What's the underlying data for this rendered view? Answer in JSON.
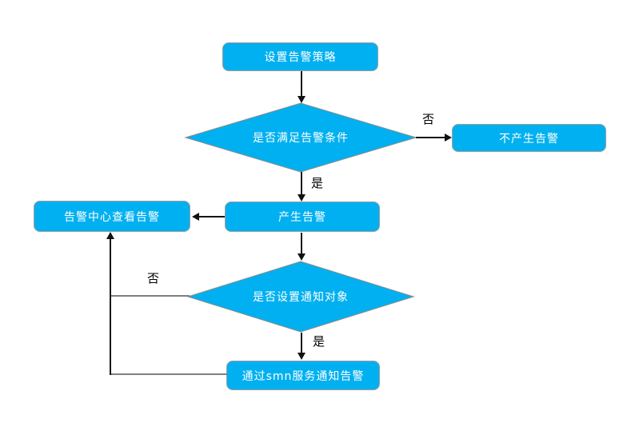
{
  "diagram": {
    "type": "flowchart",
    "topic": "alarm-notification-flow",
    "colors": {
      "shape_fill": "#00B0F0",
      "shape_border": "#9E9E9E",
      "shape_text": "#FFFFFF",
      "connector_black": "#161616",
      "connector_gray": "#7F7F7F",
      "edge_label_text": "#000000",
      "background": "#FFFFFF"
    },
    "nodes": {
      "set_policy": "设置告警策略",
      "condition_check": "是否满足告警条件",
      "no_alarm": "不产生告警",
      "generate_alarm": "产生告警",
      "view_alarm": "告警中心查看告警",
      "notify_check": "是否设置通知对象",
      "smn_notify": "通过smn服务通知告警"
    },
    "edge_labels": {
      "condition_no": "否",
      "condition_yes": "是",
      "notify_no": "否",
      "notify_yes": "是"
    }
  }
}
